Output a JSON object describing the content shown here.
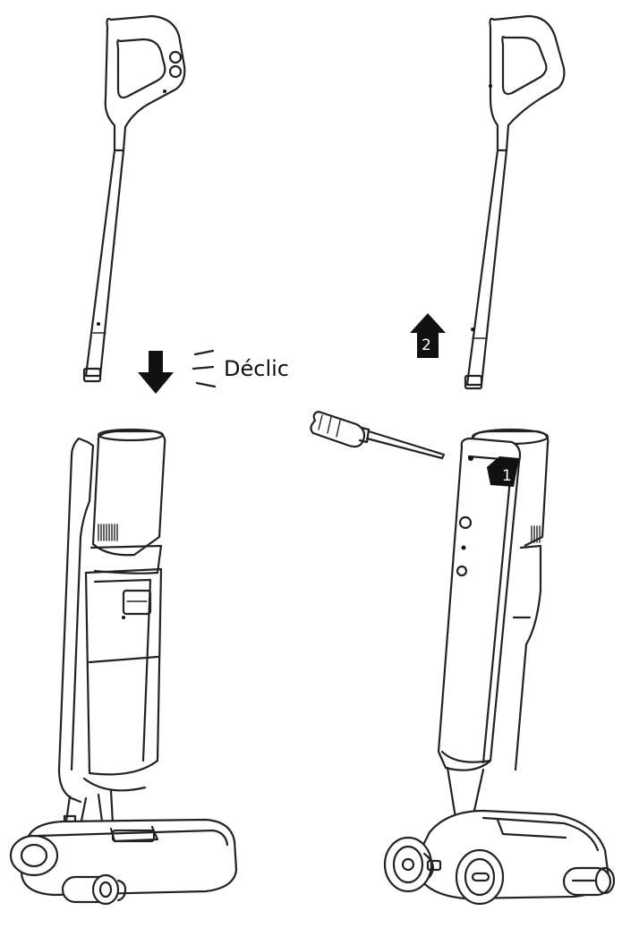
{
  "labels": {
    "click": "Déclic",
    "step_one": "1",
    "step_two": "2"
  },
  "colors": {
    "line": "#222222",
    "fill": "#111111",
    "background": "#ffffff"
  },
  "icons": [
    "arrow-down-icon",
    "arrow-up-icon",
    "click-sound-icon",
    "screwdriver-icon"
  ]
}
